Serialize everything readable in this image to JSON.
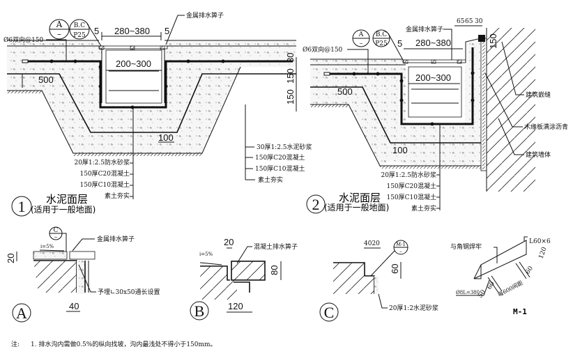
{
  "detail1": {
    "number": "1",
    "title": "水泥面层",
    "subtitle": "(适用于一般地面)",
    "rebar": "Ø6双向@150",
    "ref_callout_a": {
      "top": "A",
      "bottom": "–"
    },
    "ref_callout_bc": {
      "top": "B.C",
      "bottom": "P25"
    },
    "grate_label": "金属排水箅子",
    "dim_gap_left": "5",
    "dim_gap_right": "5",
    "dim_top_width": "280~380",
    "dim_inner_width": "200~300",
    "dim_slope": "500",
    "dim_bottom": "100",
    "layers_bottom": [
      "20厚1:2.5防水砂浆",
      "150厚C20混凝土",
      "150厚C10混凝土",
      "素土夯实"
    ],
    "layers_top": [
      "30厚1:2.5水泥砂浆",
      "150厚C20混凝土",
      "150厚C10混凝土",
      "素土夯实"
    ]
  },
  "detail2": {
    "number": "2",
    "title": "水泥面层",
    "subtitle": "(适用于一般地面)",
    "rebar": "Ø6双向@150",
    "ref_callout_a": {
      "top": "A",
      "bottom": "–"
    },
    "ref_callout_bc": {
      "top": "B.C",
      "bottom": "P25"
    },
    "grate_label": "金属排水箅子",
    "dim_gap_left": "5",
    "dim_top_width": "280~380",
    "dim_inner_width": "200~300",
    "dim_top_segments": [
      "65",
      "65",
      "30"
    ],
    "dim_wall_height": "150",
    "dim_left_heights": [
      "30",
      "150",
      "150"
    ],
    "dim_slope": "500",
    "dim_bottom": "100",
    "wall_labels": [
      "建筑嵌缝",
      "木缘板满涂沥青",
      "建筑墙体"
    ],
    "layers": [
      "20厚1:2.5防水砂浆",
      "150厚C20混凝土",
      "150厚C10混凝土",
      "素土夯实"
    ]
  },
  "detailA": {
    "label": "A",
    "callout": {
      "top": "C",
      "bottom": "–"
    },
    "slope": "i=5%",
    "grate_label": "金属排水箅子",
    "embed_label": "予埋∟30x50通长设置",
    "dim_thickness": "20",
    "dim_width": "40"
  },
  "detailB": {
    "label": "B",
    "slope": "i=5%",
    "grate_label": "混凝土排水箅子",
    "dim_gap": "20",
    "dim_height": "80",
    "dim_width": "120"
  },
  "detailC": {
    "label": "C",
    "callout": {
      "top": "M-1",
      "bottom": "–"
    },
    "dim_top": "4020",
    "dim_height": "60",
    "mortar_label": "20厚1:2水泥砂浆"
  },
  "detailM1": {
    "label": "M-1",
    "weld_label": "与角钢焊牢",
    "angle_label": "L60×6",
    "bar_label": "Ø8L=380",
    "dim_height": "120",
    "dims": [
      "50",
      "60",
      "60"
    ],
    "spacing": "每600间距"
  },
  "notes": {
    "prefix": "注:",
    "items": [
      "1. 排水沟内需做0.5%的纵向找坡，沟内最浅处不得小于150mm。"
    ]
  }
}
